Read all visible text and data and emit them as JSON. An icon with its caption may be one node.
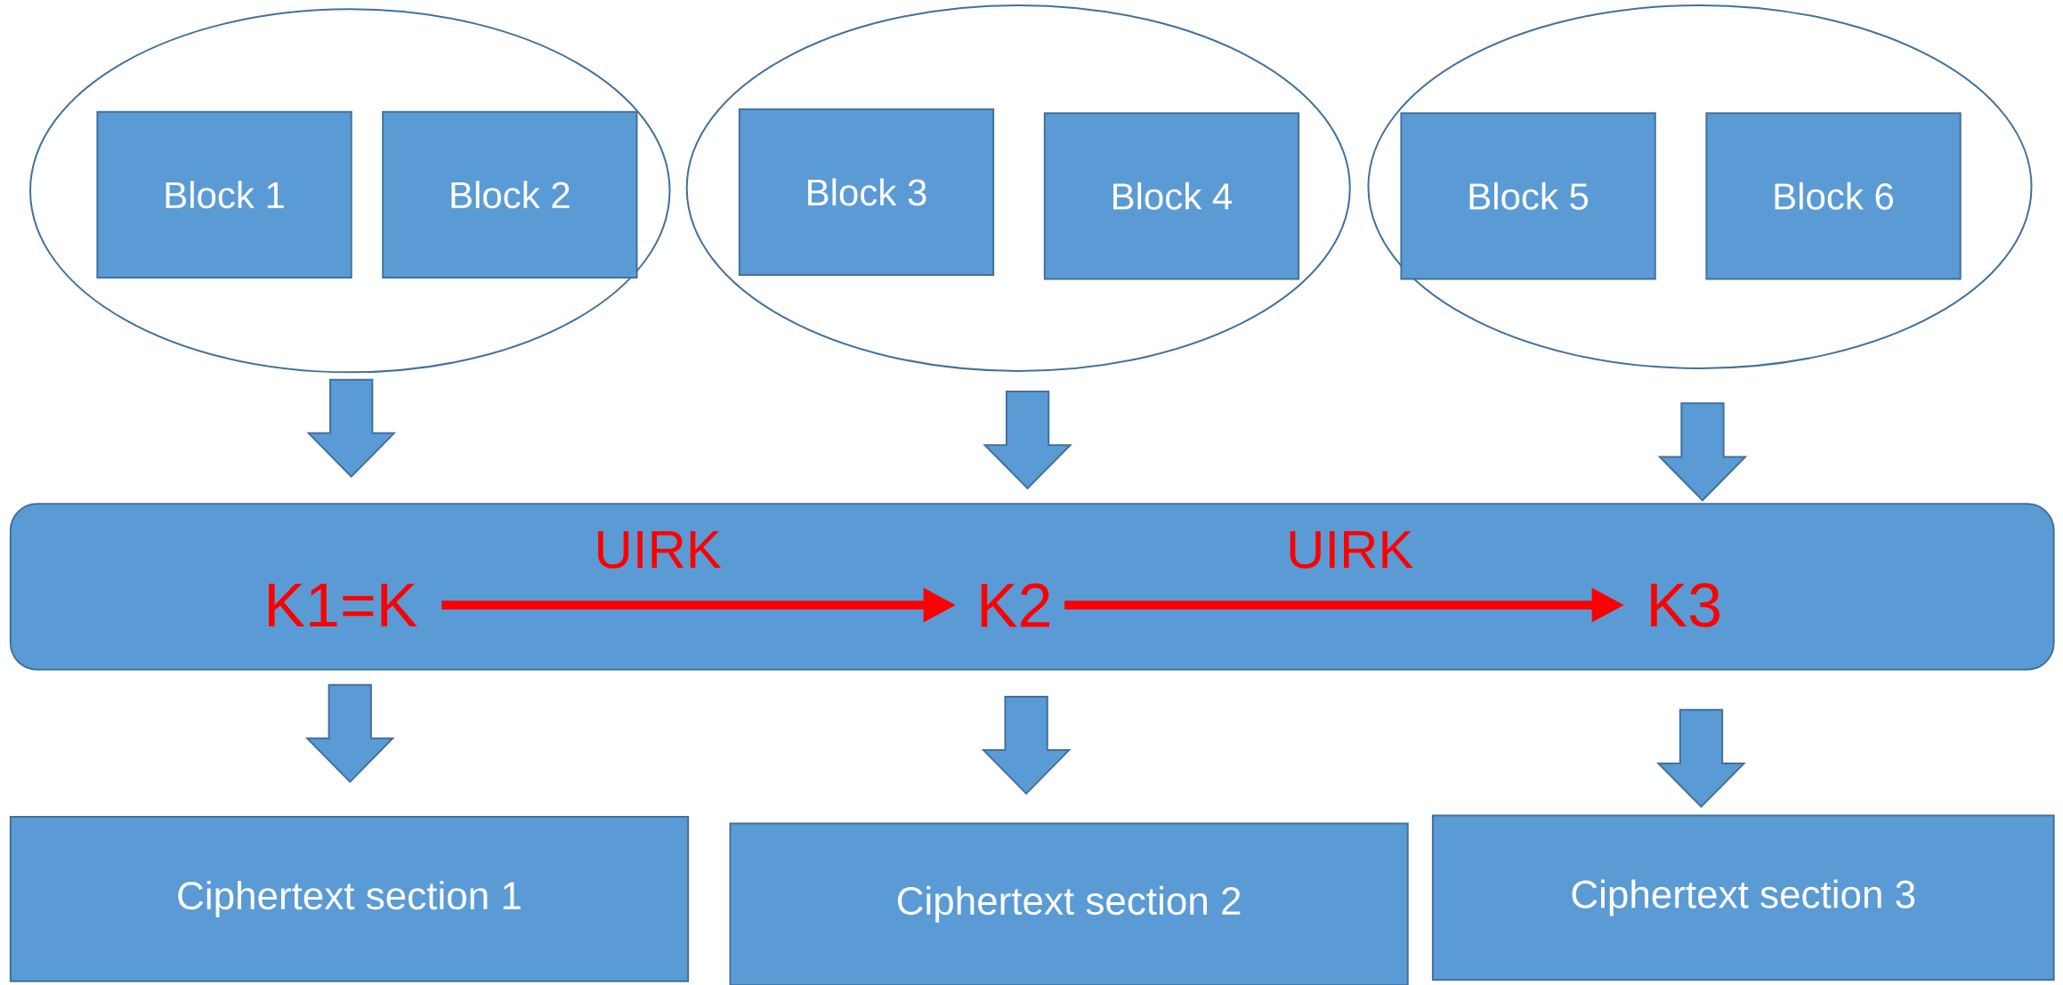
{
  "diagram": {
    "nodes": [
      {
        "text": [],
        "shape": "ellipse"
      },
      {
        "text": [
          "Block 1"
        ],
        "in": 0
      },
      {
        "text": [
          "Block 2"
        ],
        "in": 0
      },
      {
        "text": [],
        "shape": "ellipse"
      },
      {
        "text": [
          "Block 3"
        ],
        "in": 3
      },
      {
        "text": [
          "Block 4"
        ],
        "in": 3
      },
      {
        "text": [],
        "shape": "ellipse"
      },
      {
        "text": [
          "Block 5"
        ],
        "in": 6
      },
      {
        "text": [
          "Block 6"
        ],
        "in": 6
      },
      {
        "text": [],
        "shape": "box"
      },
      {
        "text": [
          "K1=K"
        ],
        "in": 9
      },
      {
        "text": [
          "K2"
        ],
        "in": 9
      },
      {
        "text": [
          "K3"
        ],
        "in": 9
      },
      {
        "text": [
          "Ciphertext section 1"
        ]
      },
      {
        "text": [
          "Ciphertext section 2"
        ]
      },
      {
        "text": [
          "Ciphertext section 3"
        ]
      }
    ],
    "edges": [
      {
        "from": 0,
        "to": 9,
        "arrow": "to",
        "style": "thick"
      },
      {
        "from": 3,
        "to": 9,
        "arrow": "to",
        "style": "thick"
      },
      {
        "from": 6,
        "to": 9,
        "arrow": "to",
        "style": "thick"
      },
      {
        "from": 10,
        "to": 11,
        "arrow": "to",
        "label": "UIRK",
        "color": "#ff0000"
      },
      {
        "from": 11,
        "to": 12,
        "arrow": "to",
        "label": "UIRK",
        "color": "#ff0000"
      },
      {
        "from": 9,
        "to": 13,
        "arrow": "to",
        "style": "thick"
      },
      {
        "from": 9,
        "to": 14,
        "arrow": "to",
        "style": "thick"
      },
      {
        "from": 9,
        "to": 15,
        "arrow": "to",
        "style": "thick"
      }
    ]
  }
}
